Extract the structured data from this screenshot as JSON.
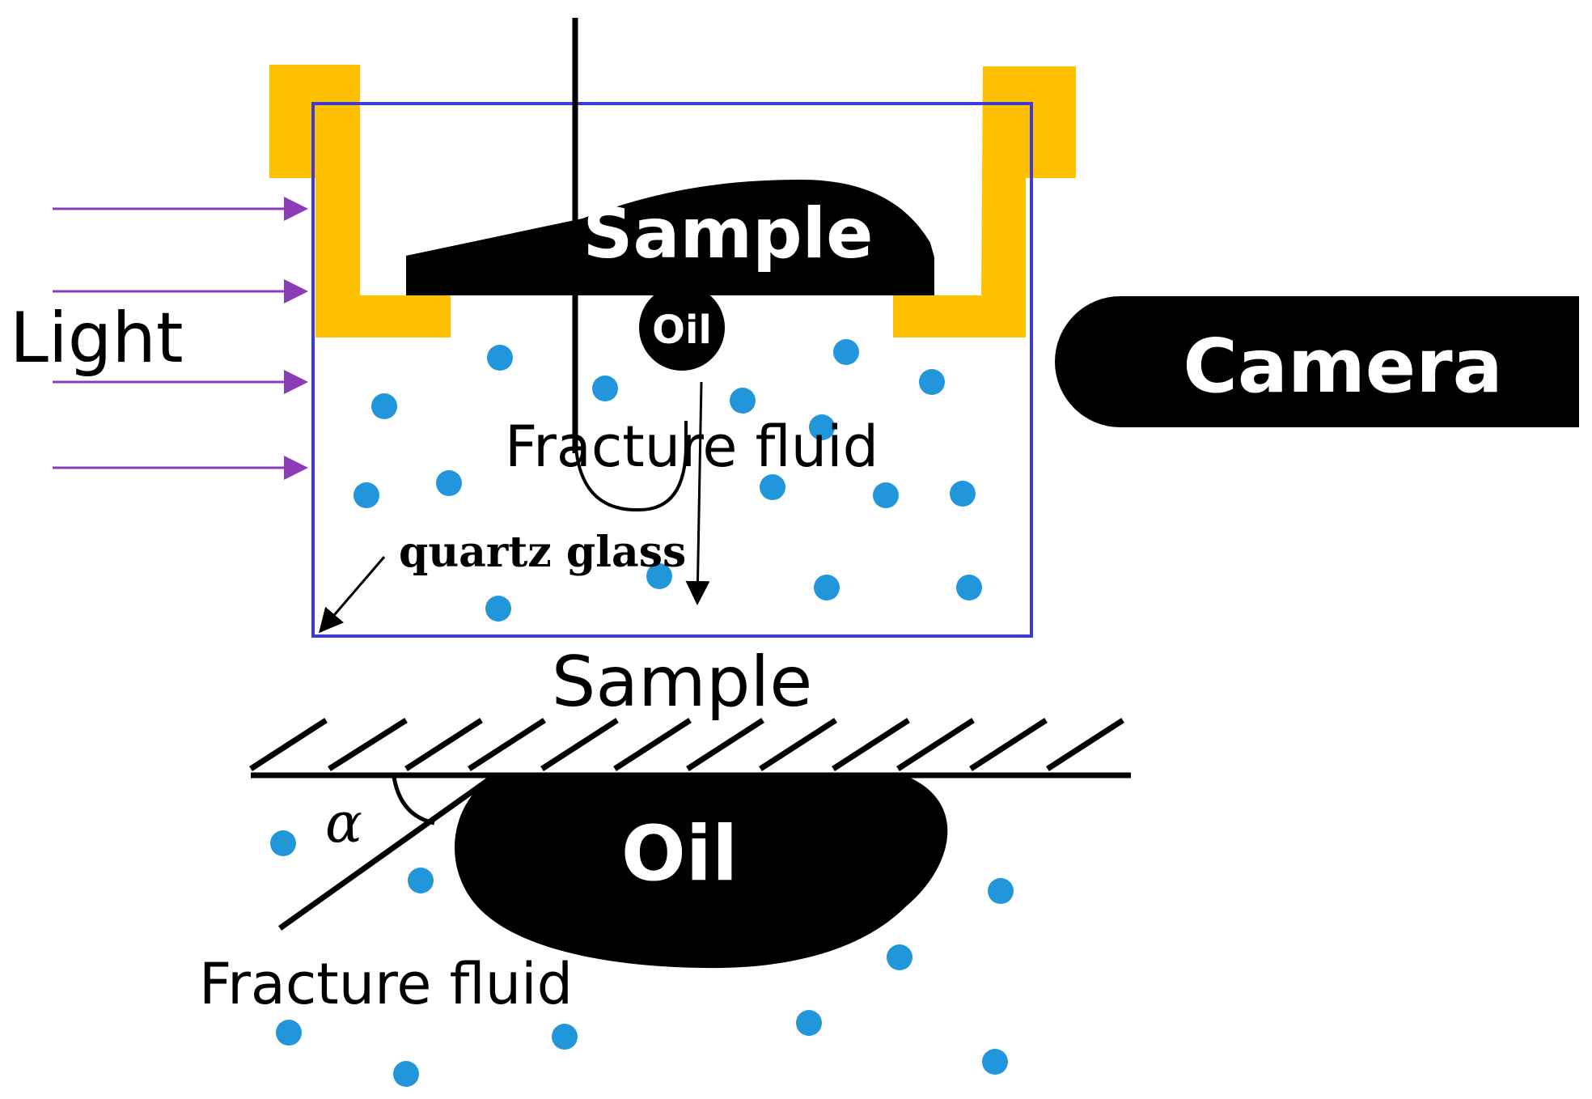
{
  "labels": {
    "light": "Light",
    "camera": "Camera",
    "sample_top": "Sample",
    "oil_top": "Oil",
    "fracture_fluid_top": "Fracture fluid",
    "quartz_glass": "quartz glass",
    "sample_bottom": "Sample",
    "oil_bottom": "Oil",
    "fracture_fluid_bottom": "Fracture fluid",
    "angle_symbol": "α"
  },
  "colors": {
    "holder": "#FFC000",
    "glass_frame": "#3B3BD6",
    "light_arrow": "#8B3DB8",
    "droplet": "#2196DB",
    "ink": "#000000",
    "inverse_text": "#FFFFFF"
  }
}
